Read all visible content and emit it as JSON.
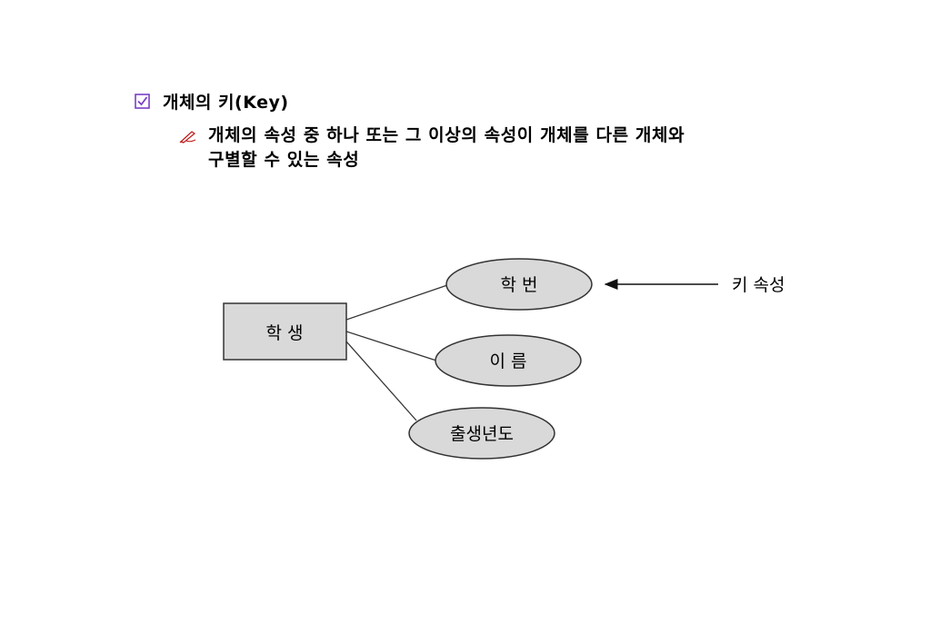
{
  "heading": {
    "text": "개체의 키(Key)"
  },
  "bullet": {
    "line1": "개체의 속성 중 하나 또는 그 이상의 속성이 개체를 다른 개체와",
    "line2": "구별할 수 있는 속성"
  },
  "diagram": {
    "entity": "학 생",
    "attributes": [
      "학 번",
      "이 름",
      "출생년도"
    ],
    "key_label": "키 속성"
  },
  "colors": {
    "check_icon": "#7b3fc4",
    "pen_icon": "#c01818",
    "shape_fill": "#d9d9d9",
    "stroke": "#333333"
  }
}
